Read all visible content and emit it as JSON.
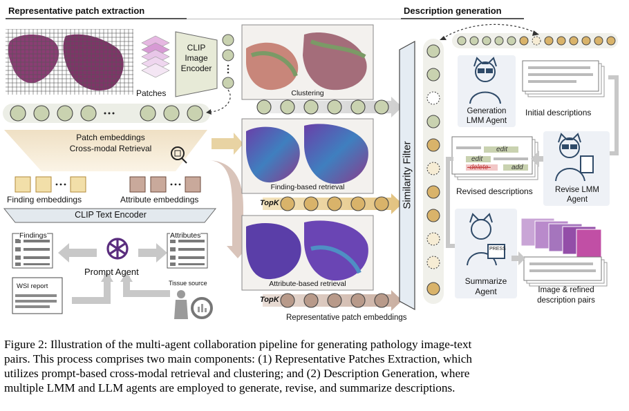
{
  "sections": {
    "left_title": "Representative patch extraction",
    "right_title": "Description generation"
  },
  "left": {
    "patches_label": "Patches",
    "clip_image_encoder": "CLIP Image Encoder",
    "patch_embeddings_line1": "Patch embeddings",
    "patch_embeddings_line2": "Cross-modal Retrieval",
    "finding_embeddings": "Finding embeddings",
    "attribute_embeddings": "Attribute embeddings",
    "clip_text_encoder": "CLIP Text Encoder",
    "findings": "Findings",
    "attributes": "Attributes",
    "prompt_agent": "Prompt Agent",
    "wsi_report": "WSI report",
    "tissue_source": "Tissue source"
  },
  "middle": {
    "clustering": "Clustering",
    "finding_retrieval": "Finding-based retrieval",
    "attribute_retrieval": "Attribute-based retrieval",
    "topk_1": "TopK",
    "topk_2": "TopK",
    "rep_patch_embeddings": "Representative patch embeddings",
    "similarity_filter": "Similarity Filter"
  },
  "right": {
    "generation_agent": "Generation LMM Agent",
    "initial_descriptions": "Initial descriptions",
    "edit1": "edit",
    "edit2": "edit",
    "delete": "-delete-",
    "add": "add",
    "revised_descriptions": "Revised descriptions",
    "revise_agent": "Revise LMM Agent",
    "summarize_agent": "Summarize Agent",
    "press": "PRESS",
    "image_pairs_line1": "Image & refined",
    "image_pairs_line2": "description pairs"
  },
  "caption": {
    "line1": "Figure 2: Illustration of the multi-agent collaboration pipeline for generating pathology image-text",
    "line2": "pairs. This process comprises two main components: (1) Representative Patches Extraction, which",
    "line3": "utilizes prompt-based cross-modal retrieval and clustering; and (2) Description Generation, where",
    "line4": "multiple LMM and LLM agents are employed to generate, revise, and summarize descriptions."
  },
  "colors": {
    "node_green": "#c9d2b0",
    "node_tan": "#d9b36a",
    "node_brown": "#b89a8a",
    "arrow_grey": "#c8c8c8",
    "arrow_tan": "#e5c98a",
    "tissue_purple": "#7b3a6e",
    "stain_blue": "#5a4aa8"
  }
}
